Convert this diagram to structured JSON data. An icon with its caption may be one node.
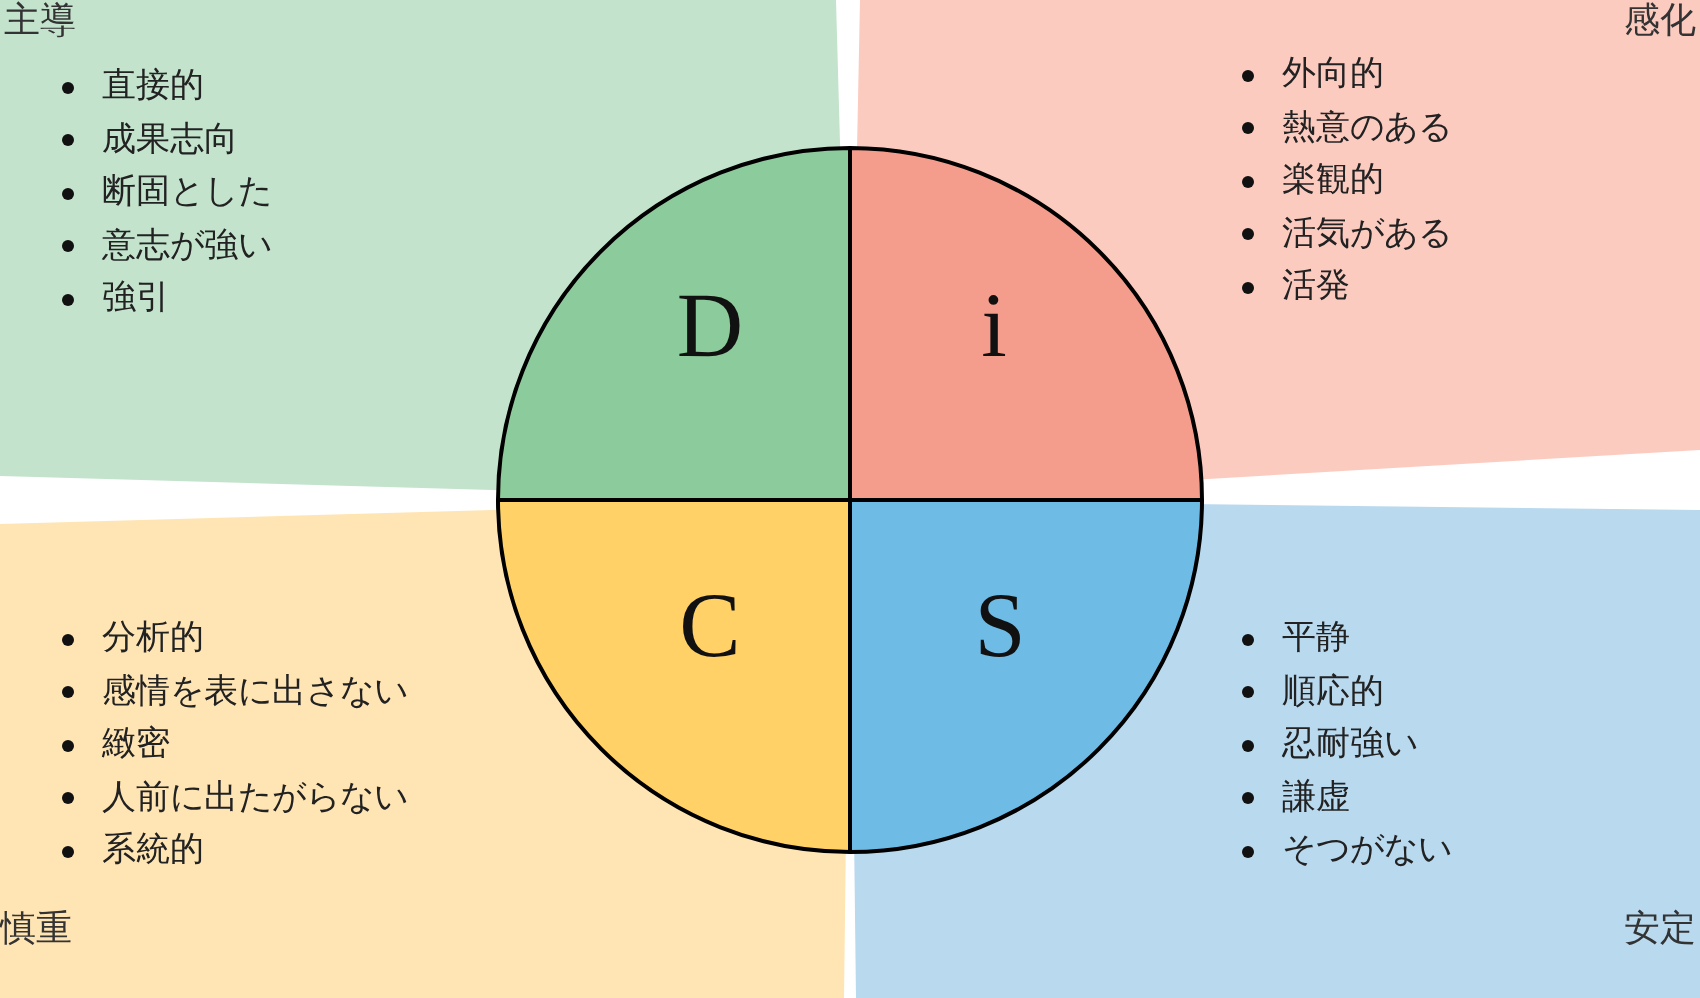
{
  "diagram": {
    "nodes": [
      {
        "text": [
          "主導",
          "直接的",
          "成果志向",
          "断固とした",
          "意志が強い",
          "強引"
        ]
      },
      {
        "text": [
          "感化",
          "外向的",
          "熱意のある",
          "楽観的",
          "活気がある",
          "活発"
        ]
      },
      {
        "text": [
          "慎重",
          "分析的",
          "感情を表に出さない",
          "緻密",
          "人前に出たがらない",
          "系統的"
        ]
      },
      {
        "text": [
          "安定",
          "平静",
          "順応的",
          "忍耐強い",
          "謙虚",
          "そつがない"
        ]
      },
      {
        "text": [
          "D"
        ],
        "in": 0
      },
      {
        "text": [
          "i"
        ],
        "in": 1
      },
      {
        "text": [
          "C"
        ],
        "in": 2
      },
      {
        "text": [
          "S"
        ],
        "in": 3
      }
    ]
  }
}
